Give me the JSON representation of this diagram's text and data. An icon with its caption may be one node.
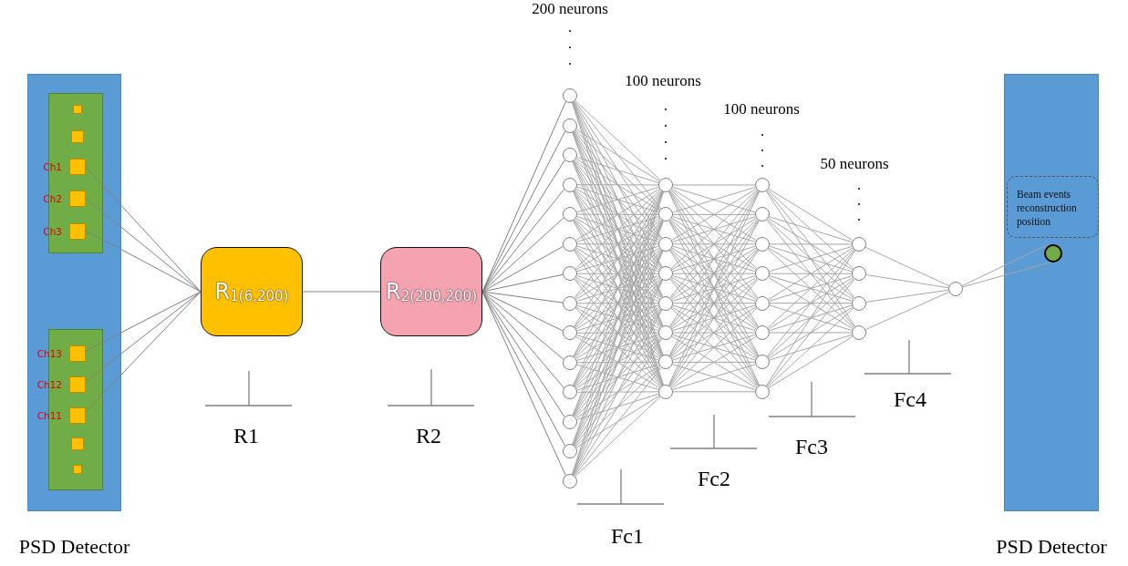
{
  "diagram": {
    "nodes": [
      {
        "text": [
          "PSD Detector"
        ]
      },
      {
        "text": [],
        "shape": "box",
        "in": 0
      },
      {
        "text": [],
        "shape": "box",
        "in": 1
      },
      {
        "text": [],
        "shape": "box",
        "in": 1
      },
      {
        "text": [
          "Ch1"
        ],
        "in": 1
      },
      {
        "text": [
          "Ch2"
        ],
        "in": 1
      },
      {
        "text": [
          "Ch3"
        ],
        "in": 1
      },
      {
        "text": [],
        "shape": "box",
        "in": 0
      },
      {
        "text": [
          "Ch13"
        ],
        "in": 7
      },
      {
        "text": [
          "Ch12"
        ],
        "in": 7
      },
      {
        "text": [
          "Ch11"
        ],
        "in": 7
      },
      {
        "text": [],
        "shape": "box",
        "in": 7
      },
      {
        "text": [],
        "shape": "box",
        "in": 7
      },
      {
        "text": [
          "R$_{1(6,200)}$"
        ]
      },
      {
        "text": [
          "R$_{2(200,200)}$"
        ]
      },
      {
        "text": [],
        "shape": "circle"
      },
      {
        "text": [],
        "shape": "circle"
      },
      {
        "text": [],
        "shape": "circle"
      },
      {
        "text": [],
        "shape": "circle"
      },
      {
        "text": [],
        "shape": "circle"
      },
      {
        "text": [],
        "shape": "circle"
      },
      {
        "text": [],
        "shape": "circle"
      },
      {
        "text": [],
        "shape": "circle"
      },
      {
        "text": [],
        "shape": "circle"
      },
      {
        "text": [],
        "shape": "circle"
      },
      {
        "text": [],
        "shape": "circle"
      },
      {
        "text": [],
        "shape": "circle"
      },
      {
        "text": [],
        "shape": "circle"
      },
      {
        "text": [],
        "shape": "circle"
      },
      {
        "text": [],
        "shape": "circle"
      },
      {
        "text": [],
        "shape": "circle"
      },
      {
        "text": [],
        "shape": "circle"
      },
      {
        "text": [],
        "shape": "circle"
      },
      {
        "text": [],
        "shape": "circle"
      },
      {
        "text": [],
        "shape": "circle"
      },
      {
        "text": [],
        "shape": "circle"
      },
      {
        "text": [],
        "shape": "circle"
      },
      {
        "text": [],
        "shape": "circle"
      },
      {
        "text": [],
        "shape": "circle"
      },
      {
        "text": [],
        "shape": "circle"
      },
      {
        "text": [],
        "shape": "circle"
      },
      {
        "text": [],
        "shape": "circle"
      },
      {
        "text": [],
        "shape": "circle"
      },
      {
        "text": [],
        "shape": "circle"
      },
      {
        "text": [],
        "shape": "circle"
      },
      {
        "text": [],
        "shape": "circle"
      },
      {
        "text": [],
        "shape": "circle"
      },
      {
        "text": [],
        "shape": "circle"
      },
      {
        "text": [],
        "shape": "circle"
      },
      {
        "text": [],
        "shape": "circle"
      },
      {
        "text": [
          "PSD Detector"
        ]
      },
      {
        "text": [
          "Beam events reconstruction position"
        ],
        "in": 50
      },
      {
        "text": [],
        "shape": "circle",
        "in": 50
      }
    ],
    "edges": [
      {
        "from": 4,
        "to": 13,
        "arrow": "none"
      },
      {
        "from": 5,
        "to": 13,
        "arrow": "none"
      },
      {
        "from": 6,
        "to": 13,
        "arrow": "none"
      },
      {
        "from": 8,
        "to": 13,
        "arrow": "none"
      },
      {
        "from": 9,
        "to": 13,
        "arrow": "none"
      },
      {
        "from": 10,
        "to": 13,
        "arrow": "none"
      },
      {
        "from": 13,
        "to": 14,
        "arrow": "none"
      },
      {
        "from": 14,
        "to": 15,
        "arrow": "none"
      },
      {
        "from": 14,
        "to": 16,
        "arrow": "none"
      },
      {
        "from": 14,
        "to": 17,
        "arrow": "none"
      },
      {
        "from": 14,
        "to": 18,
        "arrow": "none"
      },
      {
        "from": 14,
        "to": 19,
        "arrow": "none"
      },
      {
        "from": 14,
        "to": 20,
        "arrow": "none"
      },
      {
        "from": 14,
        "to": 21,
        "arrow": "none"
      },
      {
        "from": 14,
        "to": 22,
        "arrow": "none"
      },
      {
        "from": 14,
        "to": 23,
        "arrow": "none"
      },
      {
        "from": 14,
        "to": 24,
        "arrow": "none"
      },
      {
        "from": 14,
        "to": 25,
        "arrow": "none"
      },
      {
        "from": 14,
        "to": 26,
        "arrow": "none"
      },
      {
        "from": 14,
        "to": 27,
        "arrow": "none"
      },
      {
        "from": 14,
        "to": 28,
        "arrow": "none"
      },
      {
        "from": 15,
        "to": 29,
        "arrow": "none"
      },
      {
        "from": 15,
        "to": 30,
        "arrow": "none"
      },
      {
        "from": 15,
        "to": 31,
        "arrow": "none"
      },
      {
        "from": 15,
        "to": 32,
        "arrow": "none"
      },
      {
        "from": 15,
        "to": 33,
        "arrow": "none"
      },
      {
        "from": 15,
        "to": 34,
        "arrow": "none"
      },
      {
        "from": 15,
        "to": 35,
        "arrow": "none"
      },
      {
        "from": 15,
        "to": 36,
        "arrow": "none"
      },
      {
        "from": 16,
        "to": 29,
        "arrow": "none"
      },
      {
        "from": 16,
        "to": 30,
        "arrow": "none"
      },
      {
        "from": 16,
        "to": 31,
        "arrow": "none"
      },
      {
        "from": 16,
        "to": 32,
        "arrow": "none"
      },
      {
        "from": 16,
        "to": 33,
        "arrow": "none"
      },
      {
        "from": 16,
        "to": 34,
        "arrow": "none"
      },
      {
        "from": 16,
        "to": 35,
        "arrow": "none"
      },
      {
        "from": 16,
        "to": 36,
        "arrow": "none"
      },
      {
        "from": 17,
        "to": 29,
        "arrow": "none"
      },
      {
        "from": 17,
        "to": 30,
        "arrow": "none"
      },
      {
        "from": 17,
        "to": 31,
        "arrow": "none"
      },
      {
        "from": 17,
        "to": 32,
        "arrow": "none"
      },
      {
        "from": 17,
        "to": 33,
        "arrow": "none"
      },
      {
        "from": 17,
        "to": 34,
        "arrow": "none"
      },
      {
        "from": 17,
        "to": 35,
        "arrow": "none"
      },
      {
        "from": 17,
        "to": 36,
        "arrow": "none"
      },
      {
        "from": 18,
        "to": 29,
        "arrow": "none"
      },
      {
        "from": 18,
        "to": 30,
        "arrow": "none"
      },
      {
        "from": 18,
        "to": 31,
        "arrow": "none"
      },
      {
        "from": 18,
        "to": 32,
        "arrow": "none"
      },
      {
        "from": 18,
        "to": 33,
        "arrow": "none"
      },
      {
        "from": 18,
        "to": 34,
        "arrow": "none"
      },
      {
        "from": 18,
        "to": 35,
        "arrow": "none"
      },
      {
        "from": 18,
        "to": 36,
        "arrow": "none"
      },
      {
        "from": 19,
        "to": 29,
        "arrow": "none"
      },
      {
        "from": 19,
        "to": 30,
        "arrow": "none"
      },
      {
        "from": 19,
        "to": 31,
        "arrow": "none"
      },
      {
        "from": 19,
        "to": 32,
        "arrow": "none"
      },
      {
        "from": 19,
        "to": 33,
        "arrow": "none"
      },
      {
        "from": 19,
        "to": 34,
        "arrow": "none"
      },
      {
        "from": 19,
        "to": 35,
        "arrow": "none"
      },
      {
        "from": 19,
        "to": 36,
        "arrow": "none"
      },
      {
        "from": 20,
        "to": 29,
        "arrow": "none"
      },
      {
        "from": 20,
        "to": 30,
        "arrow": "none"
      },
      {
        "from": 20,
        "to": 31,
        "arrow": "none"
      },
      {
        "from": 20,
        "to": 32,
        "arrow": "none"
      },
      {
        "from": 20,
        "to": 33,
        "arrow": "none"
      },
      {
        "from": 20,
        "to": 34,
        "arrow": "none"
      },
      {
        "from": 20,
        "to": 35,
        "arrow": "none"
      },
      {
        "from": 20,
        "to": 36,
        "arrow": "none"
      },
      {
        "from": 21,
        "to": 29,
        "arrow": "none"
      },
      {
        "from": 21,
        "to": 30,
        "arrow": "none"
      },
      {
        "from": 21,
        "to": 31,
        "arrow": "none"
      },
      {
        "from": 21,
        "to": 32,
        "arrow": "none"
      },
      {
        "from": 21,
        "to": 33,
        "arrow": "none"
      },
      {
        "from": 21,
        "to": 34,
        "arrow": "none"
      },
      {
        "from": 21,
        "to": 35,
        "arrow": "none"
      },
      {
        "from": 21,
        "to": 36,
        "arrow": "none"
      },
      {
        "from": 22,
        "to": 29,
        "arrow": "none"
      },
      {
        "from": 22,
        "to": 30,
        "arrow": "none"
      },
      {
        "from": 22,
        "to": 31,
        "arrow": "none"
      },
      {
        "from": 22,
        "to": 32,
        "arrow": "none"
      },
      {
        "from": 22,
        "to": 33,
        "arrow": "none"
      },
      {
        "from": 22,
        "to": 34,
        "arrow": "none"
      },
      {
        "from": 22,
        "to": 35,
        "arrow": "none"
      },
      {
        "from": 22,
        "to": 36,
        "arrow": "none"
      },
      {
        "from": 23,
        "to": 29,
        "arrow": "none"
      },
      {
        "from": 23,
        "to": 30,
        "arrow": "none"
      },
      {
        "from": 23,
        "to": 31,
        "arrow": "none"
      },
      {
        "from": 23,
        "to": 32,
        "arrow": "none"
      },
      {
        "from": 23,
        "to": 33,
        "arrow": "none"
      },
      {
        "from": 23,
        "to": 34,
        "arrow": "none"
      },
      {
        "from": 23,
        "to": 35,
        "arrow": "none"
      },
      {
        "from": 23,
        "to": 36,
        "arrow": "none"
      },
      {
        "from": 24,
        "to": 29,
        "arrow": "none"
      },
      {
        "from": 24,
        "to": 30,
        "arrow": "none"
      },
      {
        "from": 24,
        "to": 31,
        "arrow": "none"
      },
      {
        "from": 24,
        "to": 32,
        "arrow": "none"
      },
      {
        "from": 24,
        "to": 33,
        "arrow": "none"
      },
      {
        "from": 24,
        "to": 34,
        "arrow": "none"
      },
      {
        "from": 24,
        "to": 35,
        "arrow": "none"
      },
      {
        "from": 24,
        "to": 36,
        "arrow": "none"
      },
      {
        "from": 25,
        "to": 29,
        "arrow": "none"
      },
      {
        "from": 25,
        "to": 30,
        "arrow": "none"
      },
      {
        "from": 25,
        "to": 31,
        "arrow": "none"
      },
      {
        "from": 25,
        "to": 32,
        "arrow": "none"
      },
      {
        "from": 25,
        "to": 33,
        "arrow": "none"
      },
      {
        "from": 25,
        "to": 34,
        "arrow": "none"
      },
      {
        "from": 25,
        "to": 35,
        "arrow": "none"
      },
      {
        "from": 25,
        "to": 36,
        "arrow": "none"
      },
      {
        "from": 26,
        "to": 29,
        "arrow": "none"
      },
      {
        "from": 26,
        "to": 30,
        "arrow": "none"
      },
      {
        "from": 26,
        "to": 31,
        "arrow": "none"
      },
      {
        "from": 26,
        "to": 32,
        "arrow": "none"
      },
      {
        "from": 26,
        "to": 33,
        "arrow": "none"
      },
      {
        "from": 26,
        "to": 34,
        "arrow": "none"
      },
      {
        "from": 26,
        "to": 35,
        "arrow": "none"
      },
      {
        "from": 26,
        "to": 36,
        "arrow": "none"
      },
      {
        "from": 27,
        "to": 29,
        "arrow": "none"
      },
      {
        "from": 27,
        "to": 30,
        "arrow": "none"
      },
      {
        "from": 27,
        "to": 31,
        "arrow": "none"
      },
      {
        "from": 27,
        "to": 32,
        "arrow": "none"
      },
      {
        "from": 27,
        "to": 33,
        "arrow": "none"
      },
      {
        "from": 27,
        "to": 34,
        "arrow": "none"
      },
      {
        "from": 27,
        "to": 35,
        "arrow": "none"
      },
      {
        "from": 27,
        "to": 36,
        "arrow": "none"
      },
      {
        "from": 28,
        "to": 29,
        "arrow": "none"
      },
      {
        "from": 28,
        "to": 30,
        "arrow": "none"
      },
      {
        "from": 28,
        "to": 31,
        "arrow": "none"
      },
      {
        "from": 28,
        "to": 32,
        "arrow": "none"
      },
      {
        "from": 28,
        "to": 33,
        "arrow": "none"
      },
      {
        "from": 28,
        "to": 34,
        "arrow": "none"
      },
      {
        "from": 28,
        "to": 35,
        "arrow": "none"
      },
      {
        "from": 28,
        "to": 36,
        "arrow": "none"
      },
      {
        "from": 29,
        "to": 37,
        "arrow": "none"
      },
      {
        "from": 29,
        "to": 38,
        "arrow": "none"
      },
      {
        "from": 29,
        "to": 39,
        "arrow": "none"
      },
      {
        "from": 29,
        "to": 40,
        "arrow": "none"
      },
      {
        "from": 29,
        "to": 41,
        "arrow": "none"
      },
      {
        "from": 29,
        "to": 42,
        "arrow": "none"
      },
      {
        "from": 29,
        "to": 43,
        "arrow": "none"
      },
      {
        "from": 29,
        "to": 44,
        "arrow": "none"
      },
      {
        "from": 30,
        "to": 37,
        "arrow": "none"
      },
      {
        "from": 30,
        "to": 38,
        "arrow": "none"
      },
      {
        "from": 30,
        "to": 39,
        "arrow": "none"
      },
      {
        "from": 30,
        "to": 40,
        "arrow": "none"
      },
      {
        "from": 30,
        "to": 41,
        "arrow": "none"
      },
      {
        "from": 30,
        "to": 42,
        "arrow": "none"
      },
      {
        "from": 30,
        "to": 43,
        "arrow": "none"
      },
      {
        "from": 30,
        "to": 44,
        "arrow": "none"
      },
      {
        "from": 31,
        "to": 37,
        "arrow": "none"
      },
      {
        "from": 31,
        "to": 38,
        "arrow": "none"
      },
      {
        "from": 31,
        "to": 39,
        "arrow": "none"
      },
      {
        "from": 31,
        "to": 40,
        "arrow": "none"
      },
      {
        "from": 31,
        "to": 41,
        "arrow": "none"
      },
      {
        "from": 31,
        "to": 42,
        "arrow": "none"
      },
      {
        "from": 31,
        "to": 43,
        "arrow": "none"
      },
      {
        "from": 31,
        "to": 44,
        "arrow": "none"
      },
      {
        "from": 32,
        "to": 37,
        "arrow": "none"
      },
      {
        "from": 32,
        "to": 38,
        "arrow": "none"
      },
      {
        "from": 32,
        "to": 39,
        "arrow": "none"
      },
      {
        "from": 32,
        "to": 40,
        "arrow": "none"
      },
      {
        "from": 32,
        "to": 41,
        "arrow": "none"
      },
      {
        "from": 32,
        "to": 42,
        "arrow": "none"
      },
      {
        "from": 32,
        "to": 43,
        "arrow": "none"
      },
      {
        "from": 32,
        "to": 44,
        "arrow": "none"
      },
      {
        "from": 33,
        "to": 37,
        "arrow": "none"
      },
      {
        "from": 33,
        "to": 38,
        "arrow": "none"
      },
      {
        "from": 33,
        "to": 39,
        "arrow": "none"
      },
      {
        "from": 33,
        "to": 40,
        "arrow": "none"
      },
      {
        "from": 33,
        "to": 41,
        "arrow": "none"
      },
      {
        "from": 33,
        "to": 42,
        "arrow": "none"
      },
      {
        "from": 33,
        "to": 43,
        "arrow": "none"
      },
      {
        "from": 33,
        "to": 44,
        "arrow": "none"
      },
      {
        "from": 34,
        "to": 37,
        "arrow": "none"
      },
      {
        "from": 34,
        "to": 38,
        "arrow": "none"
      },
      {
        "from": 34,
        "to": 39,
        "arrow": "none"
      },
      {
        "from": 34,
        "to": 40,
        "arrow": "none"
      },
      {
        "from": 34,
        "to": 41,
        "arrow": "none"
      },
      {
        "from": 34,
        "to": 42,
        "arrow": "none"
      },
      {
        "from": 34,
        "to": 43,
        "arrow": "none"
      },
      {
        "from": 34,
        "to": 44,
        "arrow": "none"
      },
      {
        "from": 35,
        "to": 37,
        "arrow": "none"
      },
      {
        "from": 35,
        "to": 38,
        "arrow": "none"
      },
      {
        "from": 35,
        "to": 39,
        "arrow": "none"
      },
      {
        "from": 35,
        "to": 40,
        "arrow": "none"
      },
      {
        "from": 35,
        "to": 41,
        "arrow": "none"
      },
      {
        "from": 35,
        "to": 42,
        "arrow": "none"
      },
      {
        "from": 35,
        "to": 43,
        "arrow": "none"
      },
      {
        "from": 35,
        "to": 44,
        "arrow": "none"
      },
      {
        "from": 36,
        "to": 37,
        "arrow": "none"
      },
      {
        "from": 36,
        "to": 38,
        "arrow": "none"
      },
      {
        "from": 36,
        "to": 39,
        "arrow": "none"
      },
      {
        "from": 36,
        "to": 40,
        "arrow": "none"
      },
      {
        "from": 36,
        "to": 41,
        "arrow": "none"
      },
      {
        "from": 36,
        "to": 42,
        "arrow": "none"
      },
      {
        "from": 36,
        "to": 43,
        "arrow": "none"
      },
      {
        "from": 36,
        "to": 44,
        "arrow": "none"
      },
      {
        "from": 37,
        "to": 45,
        "arrow": "none"
      },
      {
        "from": 37,
        "to": 46,
        "arrow": "none"
      },
      {
        "from": 37,
        "to": 47,
        "arrow": "none"
      },
      {
        "from": 37,
        "to": 48,
        "arrow": "none"
      },
      {
        "from": 38,
        "to": 45,
        "arrow": "none"
      },
      {
        "from": 38,
        "to": 46,
        "arrow": "none"
      },
      {
        "from": 38,
        "to": 47,
        "arrow": "none"
      },
      {
        "from": 38,
        "to": 48,
        "arrow": "none"
      },
      {
        "from": 39,
        "to": 45,
        "arrow": "none"
      },
      {
        "from": 39,
        "to": 46,
        "arrow": "none"
      },
      {
        "from": 39,
        "to": 47,
        "arrow": "none"
      },
      {
        "from": 39,
        "to": 48,
        "arrow": "none"
      },
      {
        "from": 40,
        "to": 45,
        "arrow": "none"
      },
      {
        "from": 40,
        "to": 46,
        "arrow": "none"
      },
      {
        "from": 40,
        "to": 47,
        "arrow": "none"
      },
      {
        "from": 40,
        "to": 48,
        "arrow": "none"
      },
      {
        "from": 41,
        "to": 45,
        "arrow": "none"
      },
      {
        "from": 41,
        "to": 46,
        "arrow": "none"
      },
      {
        "from": 41,
        "to": 47,
        "arrow": "none"
      },
      {
        "from": 41,
        "to": 48,
        "arrow": "none"
      },
      {
        "from": 42,
        "to": 45,
        "arrow": "none"
      },
      {
        "from": 42,
        "to": 46,
        "arrow": "none"
      },
      {
        "from": 42,
        "to": 47,
        "arrow": "none"
      },
      {
        "from": 42,
        "to": 48,
        "arrow": "none"
      },
      {
        "from": 43,
        "to": 45,
        "arrow": "none"
      },
      {
        "from": 43,
        "to": 46,
        "arrow": "none"
      },
      {
        "from": 43,
        "to": 47,
        "arrow": "none"
      },
      {
        "from": 43,
        "to": 48,
        "arrow": "none"
      },
      {
        "from": 44,
        "to": 45,
        "arrow": "none"
      },
      {
        "from": 44,
        "to": 46,
        "arrow": "none"
      },
      {
        "from": 44,
        "to": 47,
        "arrow": "none"
      },
      {
        "from": 44,
        "to": 48,
        "arrow": "none"
      },
      {
        "from": 45,
        "to": 49,
        "arrow": "none"
      },
      {
        "from": 46,
        "to": 49,
        "arrow": "none"
      },
      {
        "from": 47,
        "to": 49,
        "arrow": "none"
      },
      {
        "from": 48,
        "to": 49,
        "arrow": "none"
      },
      {
        "from": 49,
        "to": 52,
        "arrow": "none"
      },
      {
        "from": 49,
        "to": 52,
        "arrow": "none"
      }
    ],
    "labels": [
      "200 neurons",
      "100 neurons",
      "100 neurons",
      "50 neurons",
      "R1",
      "R2",
      "Fc1",
      "Fc2",
      "Fc3",
      "Fc4"
    ]
  }
}
